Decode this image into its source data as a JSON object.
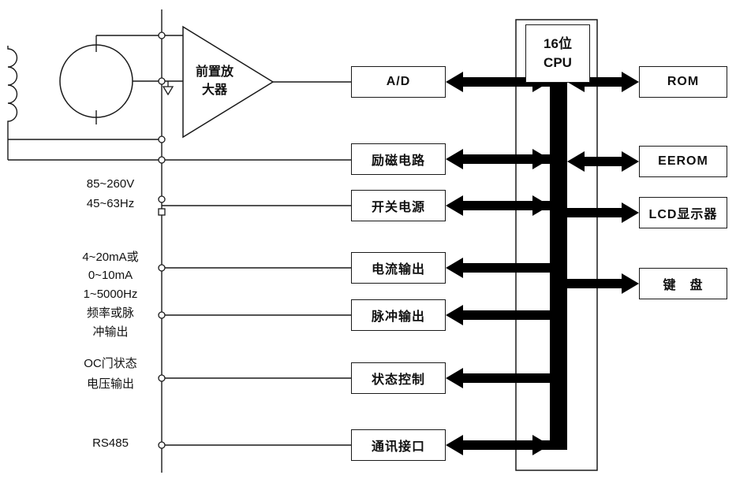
{
  "diagram": {
    "amplifier": {
      "line1": "前置放",
      "line2": "大器"
    },
    "cpu": {
      "line1": "16位",
      "line2": "CPU"
    },
    "middle_boxes": [
      "A/D",
      "励磁电路",
      "开关电源",
      "电流输出",
      "脉冲输出",
      "状态控制",
      "通讯接口"
    ],
    "right_boxes": [
      "ROM",
      "EEROM",
      "LCD显示器",
      "键　盘"
    ],
    "left_labels": [
      "85~260V",
      "45~63Hz",
      "4~20mA或",
      "0~10mA",
      "1~5000Hz",
      "频率或脉",
      "冲输出",
      "OC门状态",
      "电压输出",
      "RS485"
    ],
    "colors": {
      "line": "#1a1a1a",
      "bus": "#000000",
      "background": "#ffffff"
    }
  }
}
